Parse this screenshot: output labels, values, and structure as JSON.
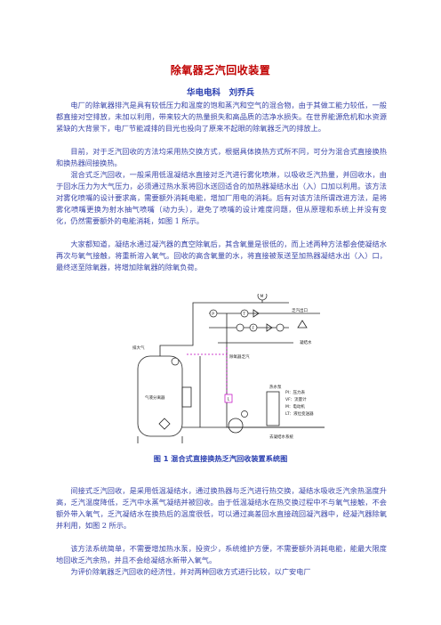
{
  "document": {
    "title": "除氧器乏汽回收装置",
    "author": "华电电科　刘乔兵",
    "paragraphs": [
      "电厂的除氧器排汽是具有较低压力和温度的饱和蒸汽和空气的混合物，由于其做工能力较低，一般都直接对空排放，未加以利用，带来较大的热量损失和高品质的洁净水损失。在世界能源危机和水资源紧缺的大背景下，电厂节能减排的目光也投向了原来不起眼的除氧器乏汽的排放上。",
      "目前，对于乏汽回收的方法均采用热交换方式，根据具体换热方式所不同，可分为混合式直接换热和换热器间接换热。",
      "混合式乏汽回收，一般采用低温凝结水直接对乏汽进行雾化喷淋，以吸收乏汽热量，并回收水，由于回水压力为大气压力，必须通过热水泵将回水送回适合的加热器凝结水出（入）口加以利用。该方法对雾化喷嘴的设计要求高，需要额外消耗电能，增加厂用电的消耗。后有对该方法所谓改进方法，是将雾化喷嘴更换为射水抽气喷嘴（动力头），避免了喷嘴的设计难度问题，但从原理和系统上并没有变化，仍然需要额外的电能消耗，如图 1 所示。",
      "大家都知道，凝结水通过凝汽器的真空除氧后，其含氧量是很低的，而上述两种方法都会使凝结水再次与氧气接触，将重新溶入氧气。回收的高含氧量的水，将直接被泵送至加热器凝结水出（入）口，最终送至除氧器，将增加除氧器的除氧负荷。",
      "间接式乏汽回收，是采用低温凝结水，通过换热器与乏汽进行热交换，凝结水吸收乏汽余热温度升高，乏汽温度降低，乏汽中水蒸气凝结并被回收。由于低温凝结水在热交换过程中不与氧气接触，不会额外带入氧气，乏汽凝结水在换热后的温度很低，可以通过高差回水直接疏回凝汽器中，经凝汽器除氧并利用，如图 2 所示。",
      "该方法系统简单，不需要增加热水泵，投资少，系统维护方便，不需要额外消耗电能，能最大限度地回收乏汽余热，并且不会给凝结水新带入氧气。",
      "为评价除氧器乏汽回收的经济性，并对两种回收方式进行比较，以广安电厂"
    ],
    "figure": {
      "caption": "图 1  混合式直接换热乏汽回收装置系统图",
      "labels": {
        "motor": "M",
        "exhaust_top": "乏汽出口",
        "water_in": "凝结水",
        "discharge": "排大气",
        "vessel": "气液分离器",
        "steam_line": "除氧器乏汽",
        "pump_label": "热水泵",
        "bottom_label": "去凝结水系统",
        "legend_1": "PI：压力表",
        "legend_2": "VF：流量计",
        "legend_3": "M：电动机",
        "legend_4": "LT：液位变送器",
        "gauge_p": "P",
        "gauge_t": "T",
        "gauge_l": "L",
        "gauge_f": "F"
      }
    }
  }
}
